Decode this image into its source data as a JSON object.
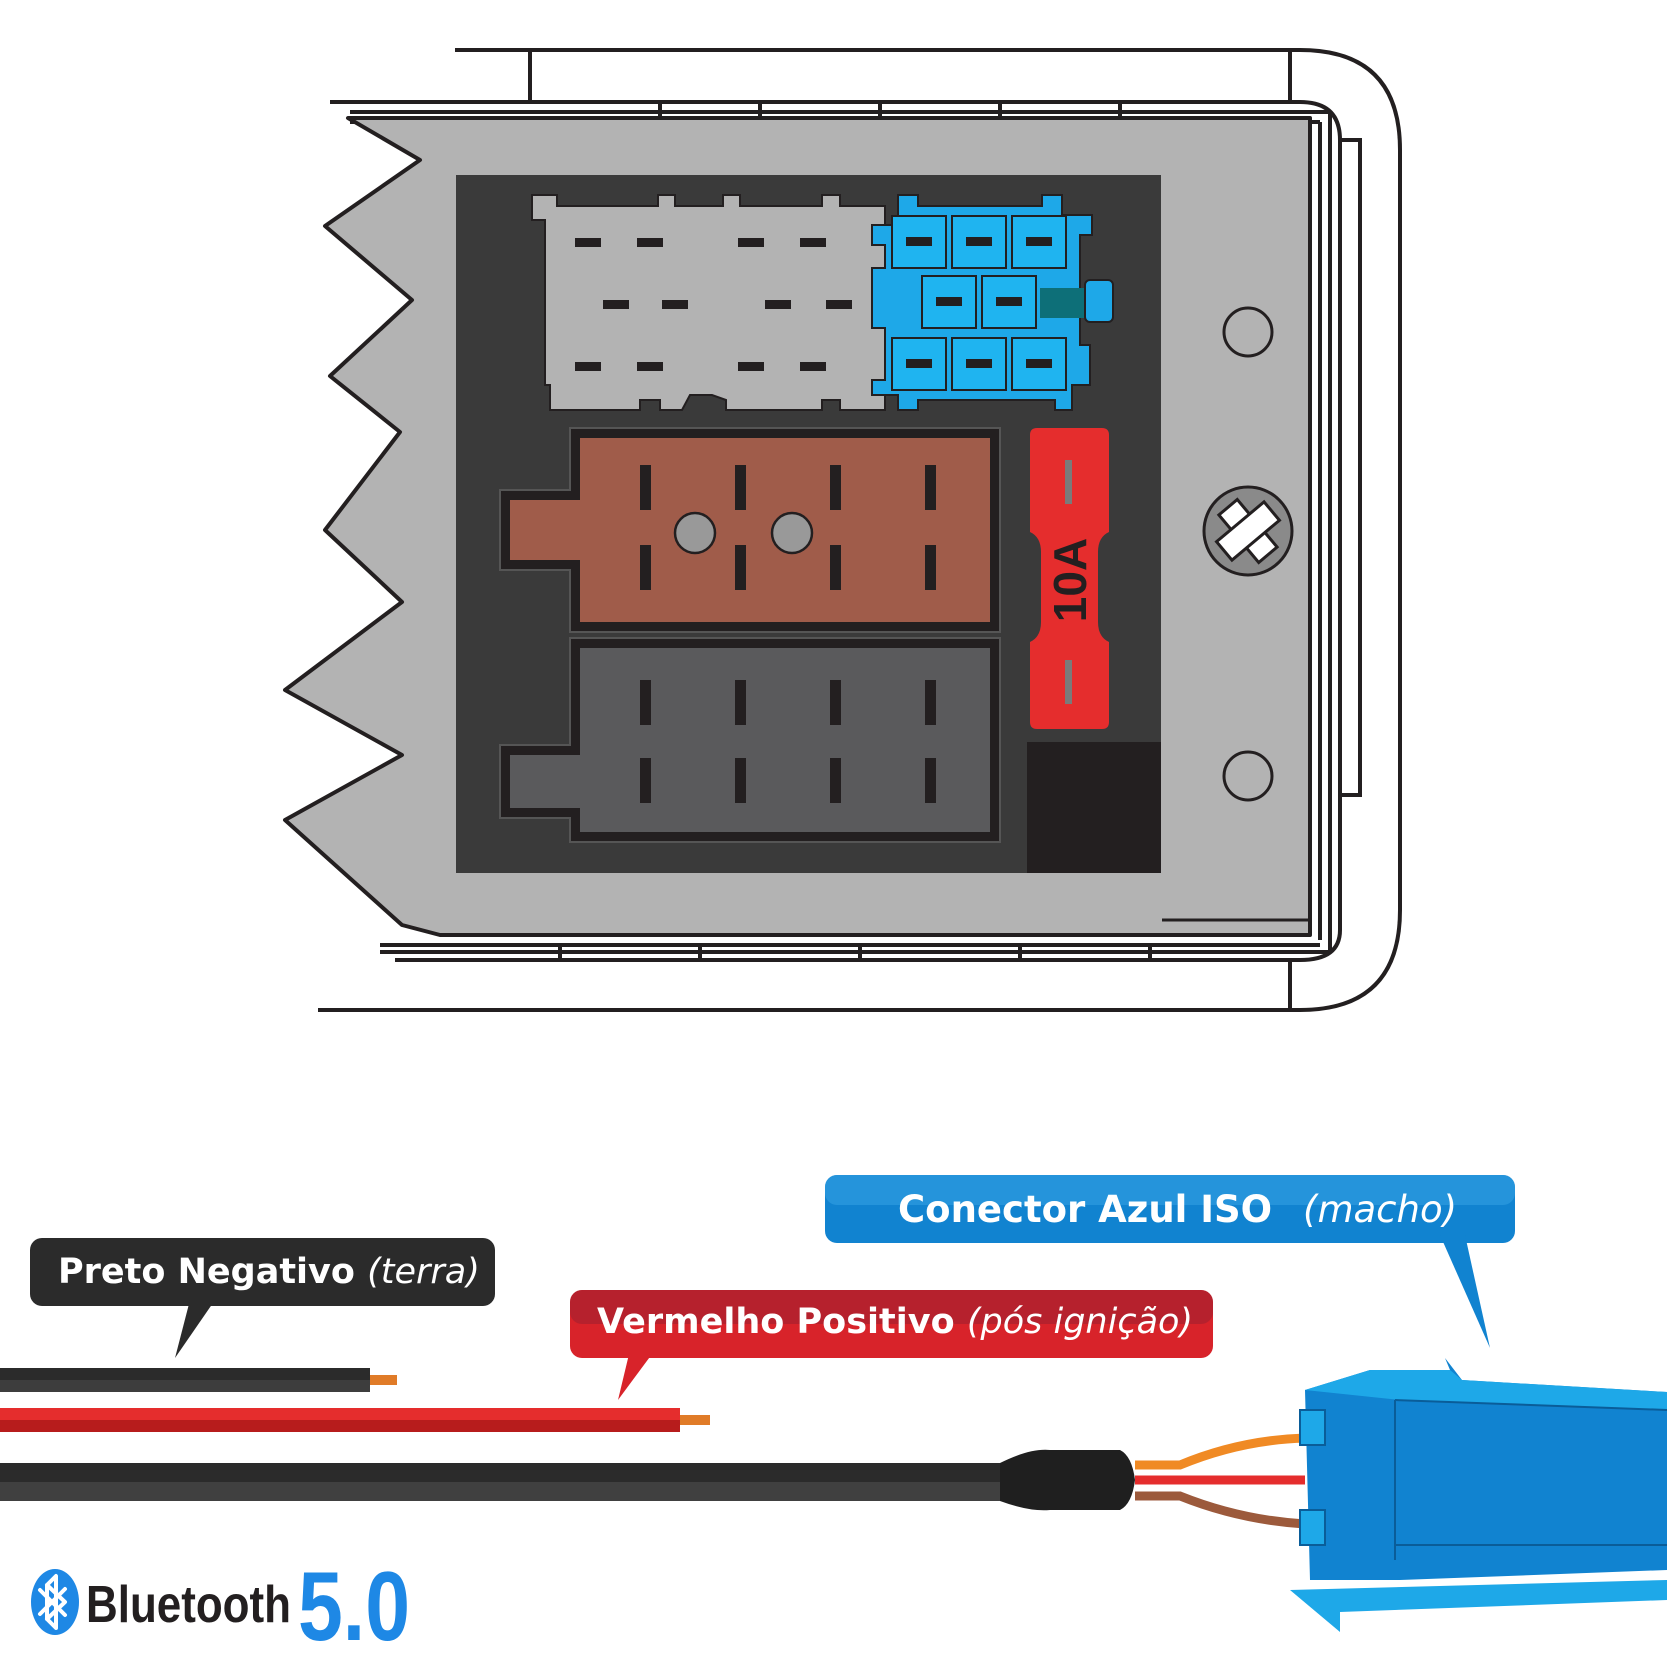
{
  "fuse": {
    "label": "10A"
  },
  "callouts": {
    "black_wire": {
      "main": "Preto Negativo",
      "note": "(terra)"
    },
    "red_wire": {
      "main": "Vermelho Positivo",
      "note": "(pós ignição)"
    },
    "blue_connector": {
      "main": "Conector  Azul ISO",
      "note": "(macho)"
    }
  },
  "logo": {
    "word": "Bluetooth",
    "version": "5.0"
  },
  "colors": {
    "housing_gray": "#b3b3b3",
    "panel_dark": "#3a3a3a",
    "connector_blue": "#1ea8e8",
    "iso_brown": "#a05c4a",
    "iso_gray": "#5a5a5c",
    "fuse_red": "#e52d2d",
    "callout_black": "#2b2b2b",
    "callout_red": "#d8232a",
    "callout_blue": "#1183d0",
    "bluetooth_blue": "#1e88e5"
  },
  "icons": [
    "bluetooth-icon",
    "screw-icon"
  ]
}
